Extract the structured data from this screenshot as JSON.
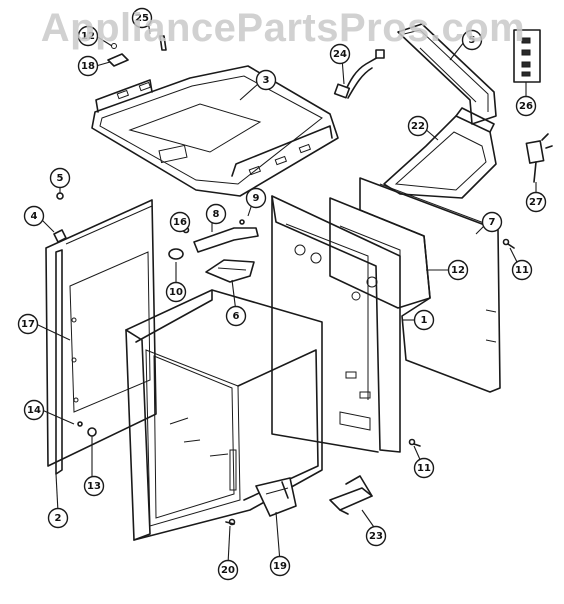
{
  "watermark": "AppliancePartsPros.com",
  "callouts": [
    "25",
    "12",
    "18",
    "3",
    "5",
    "24",
    "26",
    "22",
    "27",
    "5",
    "4",
    "9",
    "16",
    "8",
    "7",
    "10",
    "12",
    "11",
    "6",
    "1",
    "17",
    "14",
    "13",
    "2",
    "11",
    "20",
    "19",
    "23"
  ]
}
